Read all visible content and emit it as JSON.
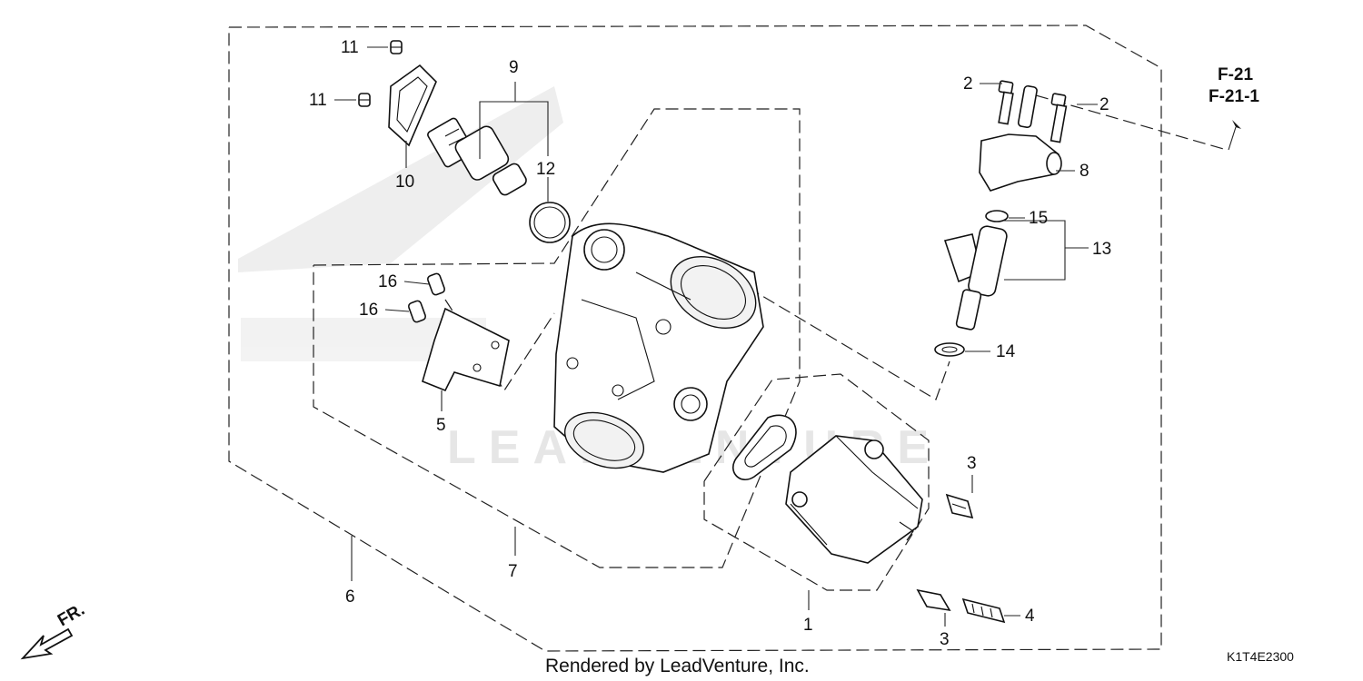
{
  "diagram": {
    "callouts": {
      "c1": "1",
      "c2a": "2",
      "c2b": "2",
      "c3a": "3",
      "c3b": "3",
      "c4": "4",
      "c5": "5",
      "c6": "6",
      "c7": "7",
      "c8": "8",
      "c9": "9",
      "c10": "10",
      "c11a": "11",
      "c11b": "11",
      "c12": "12",
      "c13": "13",
      "c14": "14",
      "c15": "15",
      "c16a": "16",
      "c16b": "16"
    },
    "reference": {
      "line1": "F-21",
      "line2": "F-21-1"
    },
    "front_marker": "FR.",
    "watermark": "LEADVENTURE",
    "credit": "Rendered by LeadVenture, Inc.",
    "diagram_code": "K1T4E2300"
  },
  "colors": {
    "line": "#111111",
    "background": "#ffffff",
    "watermark": "#e6e6e6"
  }
}
